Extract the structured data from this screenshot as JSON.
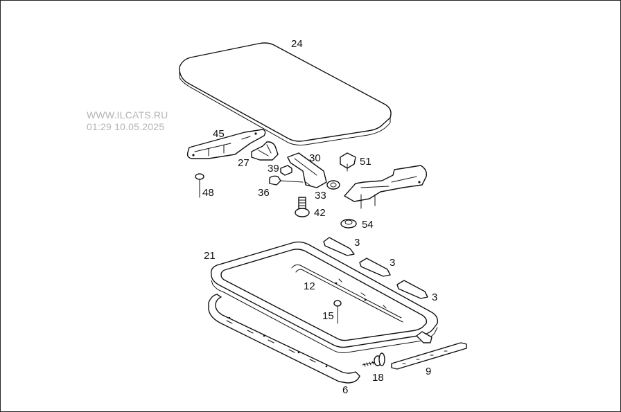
{
  "watermark": {
    "site": "WWW.ILCATS.RU",
    "timestamp": "01:29 10.05.2025"
  },
  "callouts": {
    "p24": "24",
    "p45": "45",
    "p27": "27",
    "p39": "39",
    "p30": "30",
    "p51": "51",
    "p48": "48",
    "p36": "36",
    "p33": "33",
    "p42": "42",
    "p54": "54",
    "p3a": "3",
    "p3b": "3",
    "p3c": "3",
    "p21": "21",
    "p12": "12",
    "p15": "15",
    "p18": "18",
    "p9": "9",
    "p6": "6"
  }
}
